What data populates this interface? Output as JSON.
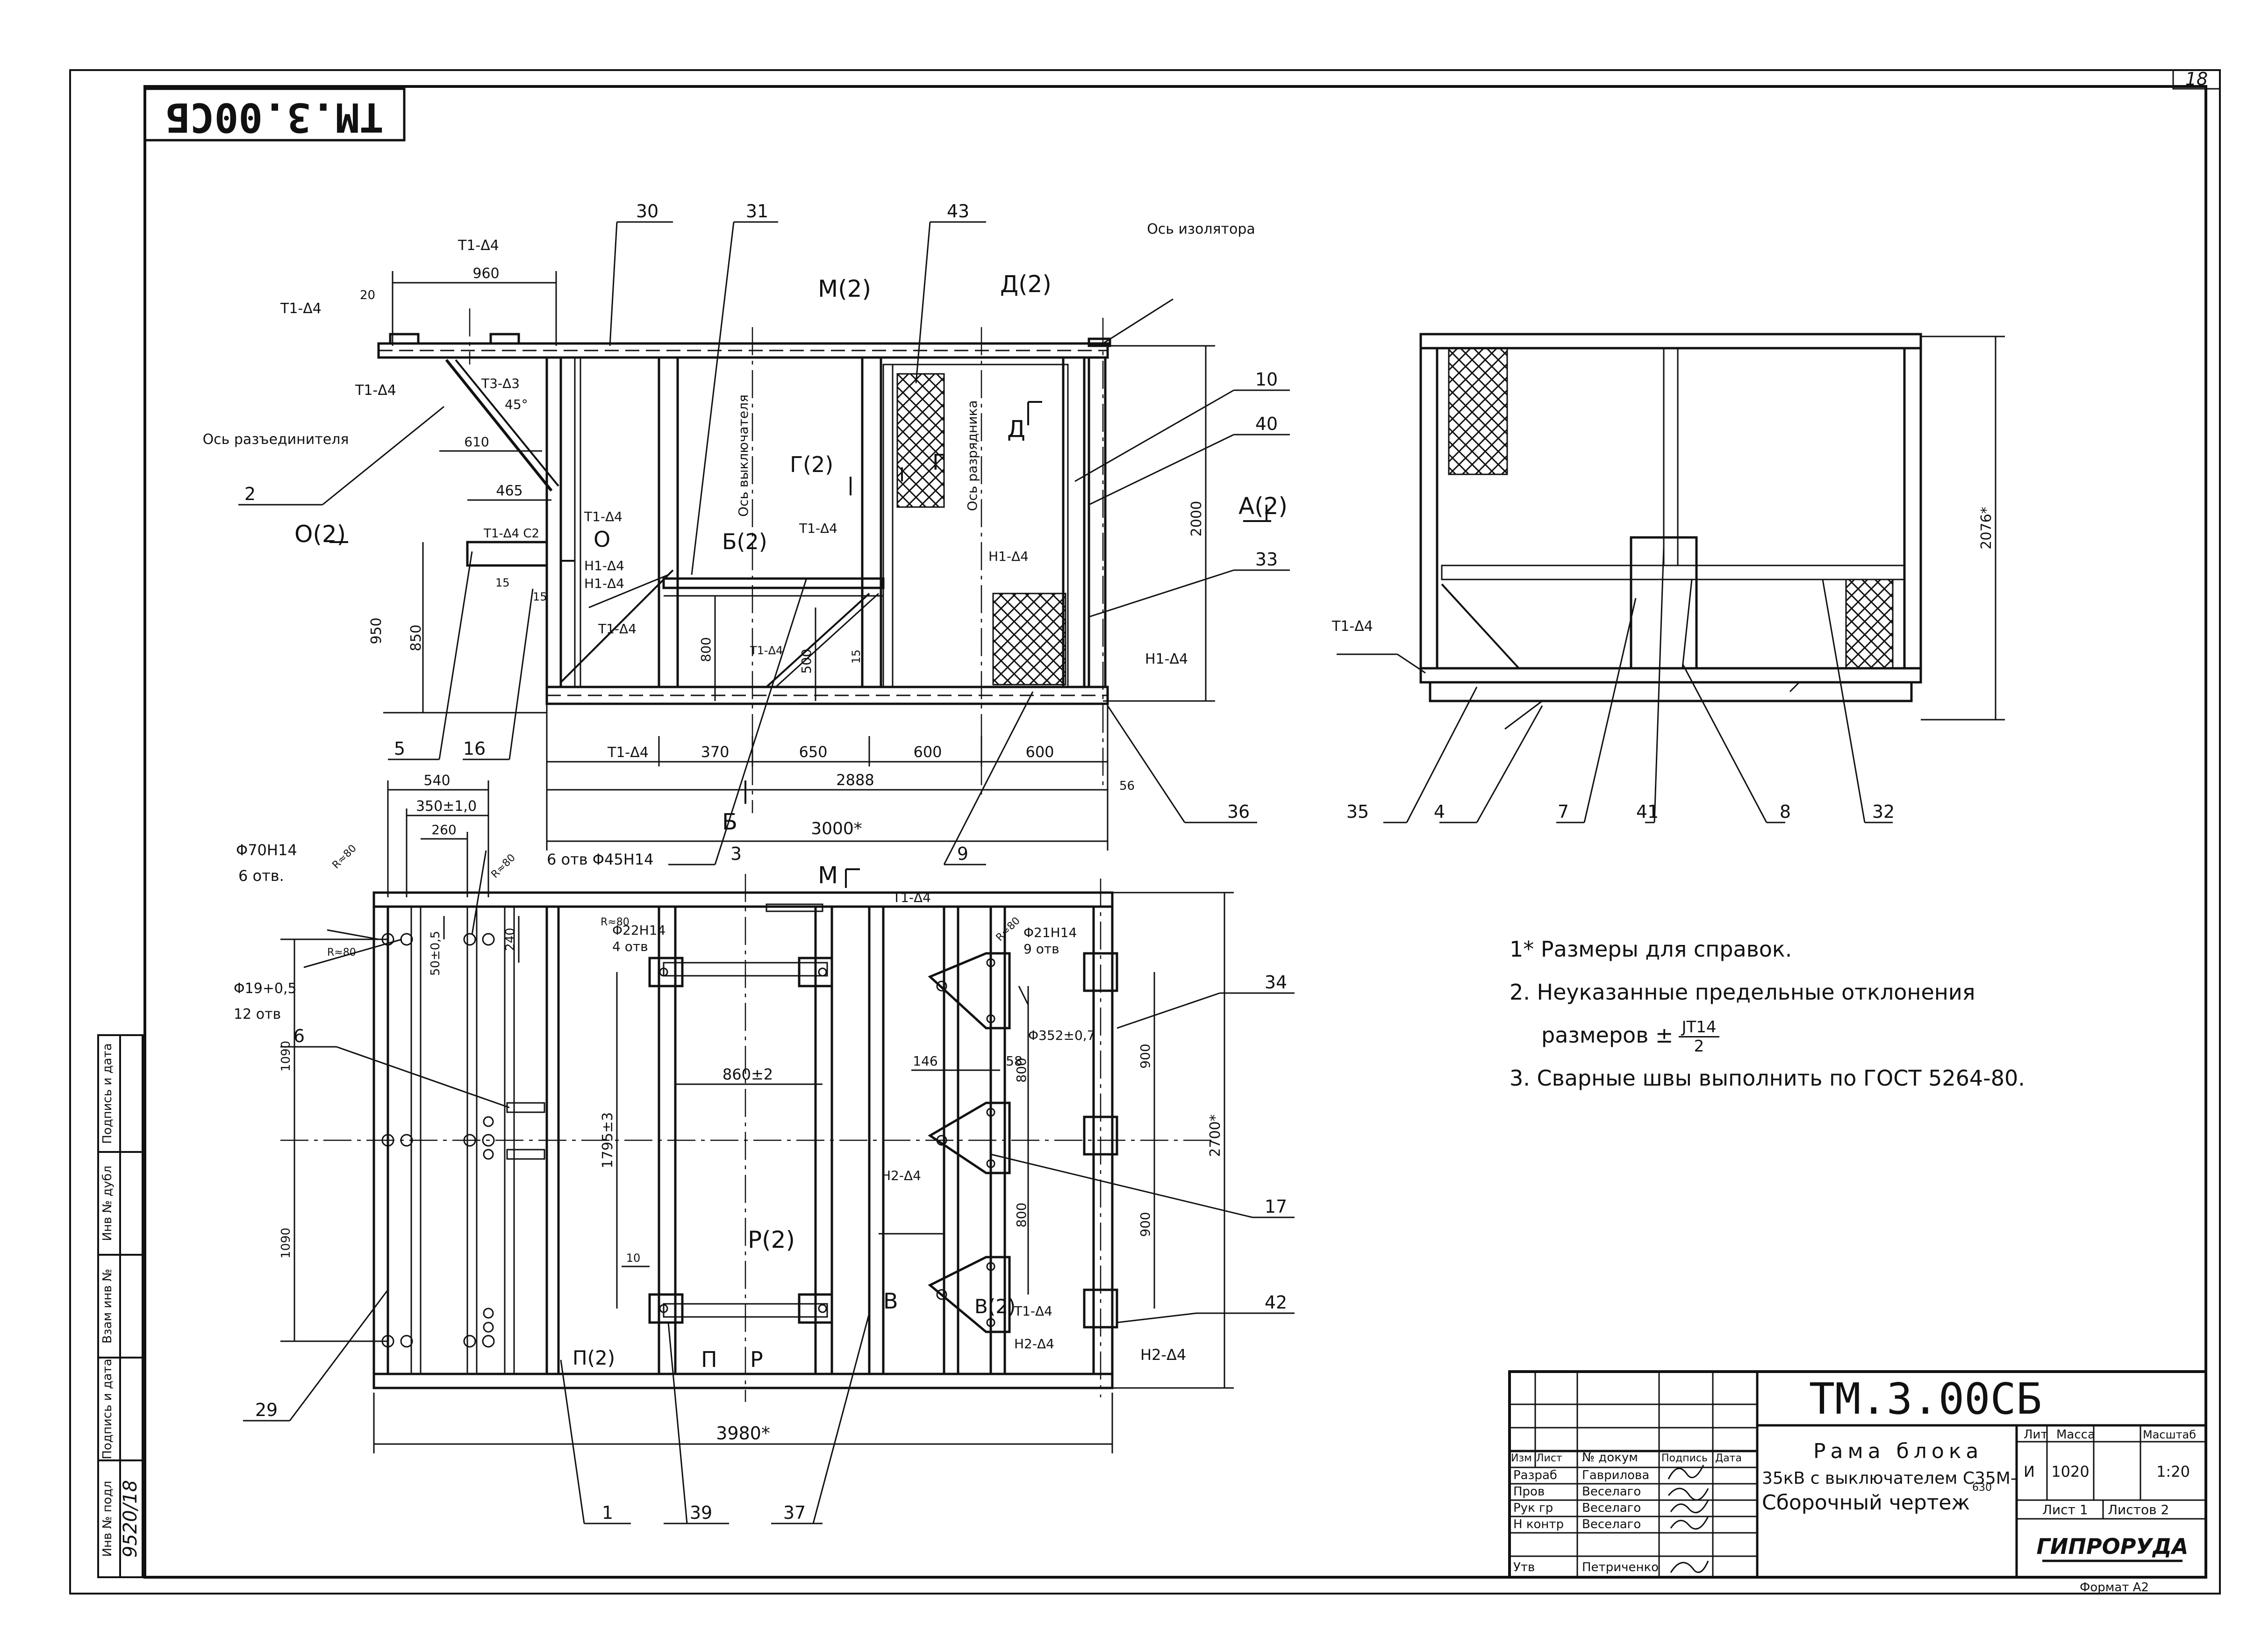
{
  "sheet_number": "18",
  "code_rotated": "ТМ.3.00СБ",
  "drawing_code": "ТМ.3.00СБ",
  "format": "Формат А2",
  "notes": [
    "1* Размеры для справок.",
    "2. Неуказанные предельные отклонения",
    "размеров ±",
    "3. Сварные швы выполнить по ГОСТ 5264-80."
  ],
  "tolerance_num": "JT14",
  "tolerance_den": "2",
  "title_block": {
    "title_line1": "Рама блока",
    "title_line2": "35кВ с выключателем С35М-",
    "title_line2_sup": "630",
    "title_line3": "Сборочный чертеж",
    "header": {
      "izm": "Изм",
      "list": "Лист",
      "dokum": "№ докум",
      "podpis": "Подпись",
      "data": "Дата"
    },
    "roles": [
      {
        "role": "Разраб",
        "name": "Гаврилова"
      },
      {
        "role": "Пров",
        "name": "Веселаго"
      },
      {
        "role": "Рук гр",
        "name": "Веселаго"
      },
      {
        "role": "Н контр",
        "name": "Веселаго"
      },
      {
        "role": "Утв",
        "name": "Петриченко"
      }
    ],
    "lit_label": "Лит",
    "mass_label": "Масса",
    "scale_label": "Масштаб",
    "lit": "И",
    "mass": "1020",
    "scale": "1:20",
    "sheet_label": "Лист 1",
    "sheets_label": "Листов 2",
    "org": "ГИПРОРУДА"
  },
  "side_stamp": {
    "inv_podl": "Инв № подл",
    "podp_data": "Подпись и дата",
    "vzam_inv": "Взам инв №",
    "inv_dubl": "Инв № дубл",
    "podp_data2": "Подпись и дата",
    "inv_value": "9520/18"
  },
  "labels": {
    "axis_insulator": "Ось изолятора",
    "axis_disconnector": "Ось разъединителя",
    "axis_breaker": "Ось выключателя",
    "axis_arrester": "Ось разрядника",
    "angle": "45°",
    "T1": "Т1-Δ4",
    "T3": "Т3-Δ3",
    "H1": "Н1-Δ4",
    "H2": "Н2-Δ4",
    "T1c2": "Т1-Δ4 С2",
    "M2": "М(2)",
    "D2": "Д(2)",
    "G2": "Г(2)",
    "B2": "Б(2)",
    "A2": "А(2)",
    "O2": "О(2)",
    "R2": "Р(2)",
    "P2": "П(2)",
    "V2": "В(2)",
    "O": "О",
    "G": "Г",
    "D": "Д",
    "B": "Б",
    "M": "М",
    "P": "П",
    "Pr": "Р",
    "V": "В",
    "holes_70": "Φ70Н14",
    "holes_70_n": "6 отв.",
    "holes_45": "6 отв Φ45Н14",
    "holes_19": "Φ19+0,5",
    "holes_19_n": "12 отв",
    "holes_22": "Φ22Н14",
    "holes_22_n": "4 отв",
    "holes_21": "Φ21Н14",
    "holes_21_n": "9 отв",
    "d352": "Φ352±0,7",
    "r80": "R≈80"
  },
  "dims_top": [
    "960",
    "20",
    "610",
    "465",
    "950",
    "850",
    "15",
    "15",
    "800",
    "500",
    "15",
    "2000",
    "370",
    "650",
    "600",
    "600",
    "2888",
    "56",
    "3000*"
  ],
  "dims_plan": [
    "540",
    "350±1,0",
    "260",
    "240",
    "50±0,5",
    "1090",
    "1090",
    "860±2",
    "1795±3",
    "146",
    "58",
    "800",
    "800",
    "900",
    "900",
    "2700*",
    "10",
    "3980*"
  ],
  "dim_side": "2076*",
  "callouts": [
    "30",
    "31",
    "43",
    "10",
    "40",
    "33",
    "2",
    "5",
    "16",
    "3",
    "36",
    "9",
    "6",
    "34",
    "17",
    "42",
    "29",
    "1",
    "39",
    "37",
    "35",
    "4",
    "7",
    "41",
    "8",
    "32"
  ]
}
